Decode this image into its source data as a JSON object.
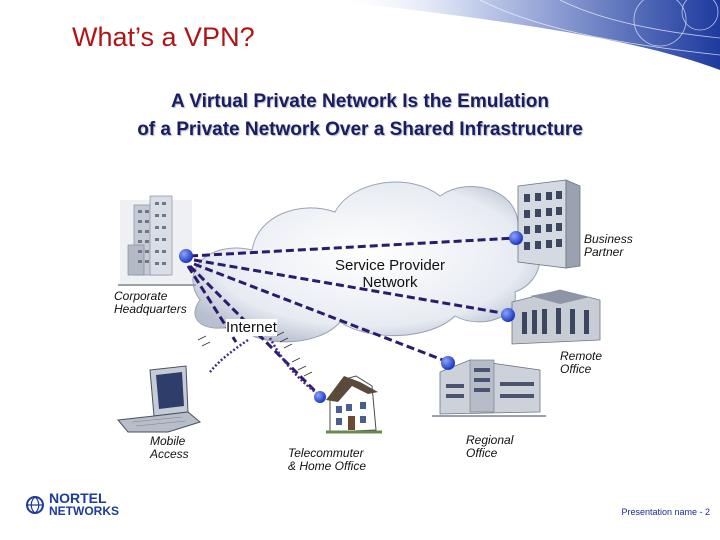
{
  "slide": {
    "title": "What’s a VPN?",
    "subtitle_line1": "A Virtual Private Network Is the Emulation",
    "subtitle_line2": "of a Private Network Over a Shared Infrastructure"
  },
  "diagram": {
    "cloud_label_line1": "Service Provider",
    "cloud_label_line2": "Network",
    "internet_label": "Internet",
    "nodes": {
      "headquarters": [
        "Corporate",
        "Headquarters"
      ],
      "business_partner": [
        "Business",
        "Partner"
      ],
      "remote_office": [
        "Remote",
        "Office"
      ],
      "regional_office": [
        "Regional",
        "Office"
      ],
      "telecommuter": [
        "Telecommuter",
        "& Home Office"
      ],
      "mobile": [
        "Mobile",
        "Access"
      ]
    }
  },
  "logo": {
    "line1": "NORTEL",
    "line2": "NETWORKS"
  },
  "footer": {
    "text": "Presentation name - 2"
  },
  "colors": {
    "title": "#b01414",
    "subtitle": "#1a1e5e",
    "vpn_link": "#2a1b6e",
    "node": "#1e3fd0",
    "banner": "#1d3a9e"
  }
}
